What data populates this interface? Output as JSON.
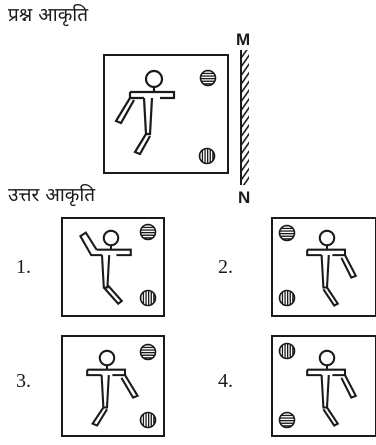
{
  "question": {
    "heading": "प्रश्न आकृति",
    "mirror_top_label": "M",
    "mirror_bottom_label": "N"
  },
  "answers": {
    "heading": "उत्तर आकृति",
    "options": [
      {
        "number": "1."
      },
      {
        "number": "2."
      },
      {
        "number": "3."
      },
      {
        "number": "4."
      }
    ]
  }
}
